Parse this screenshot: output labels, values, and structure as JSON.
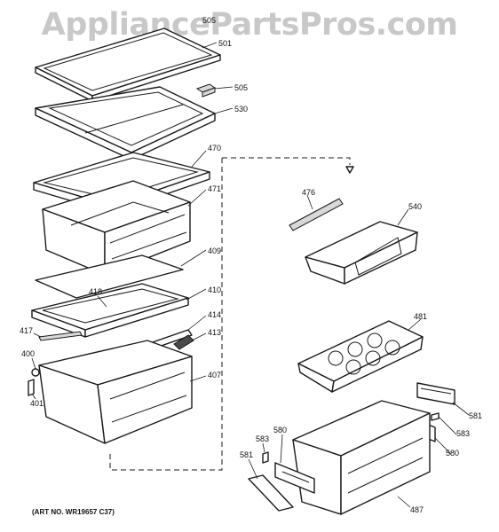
{
  "watermark": "AppliancePartsPros.com",
  "art_number": "(ART NO. WR19657 C37)",
  "callouts": {
    "c505a": "505",
    "c501": "501",
    "c505b": "505",
    "c530": "530",
    "c470": "470",
    "c471": "471",
    "c409": "409",
    "c418": "418",
    "c410": "410",
    "c414": "414",
    "c417": "417",
    "c413": "413",
    "c400": "400",
    "c407": "407",
    "c401": "401",
    "c476": "476",
    "c540": "540",
    "c481": "481",
    "c581a": "581",
    "c583a": "583",
    "c580a": "580",
    "c581b": "581",
    "c583b": "583",
    "c580b": "580",
    "c487": "487"
  }
}
